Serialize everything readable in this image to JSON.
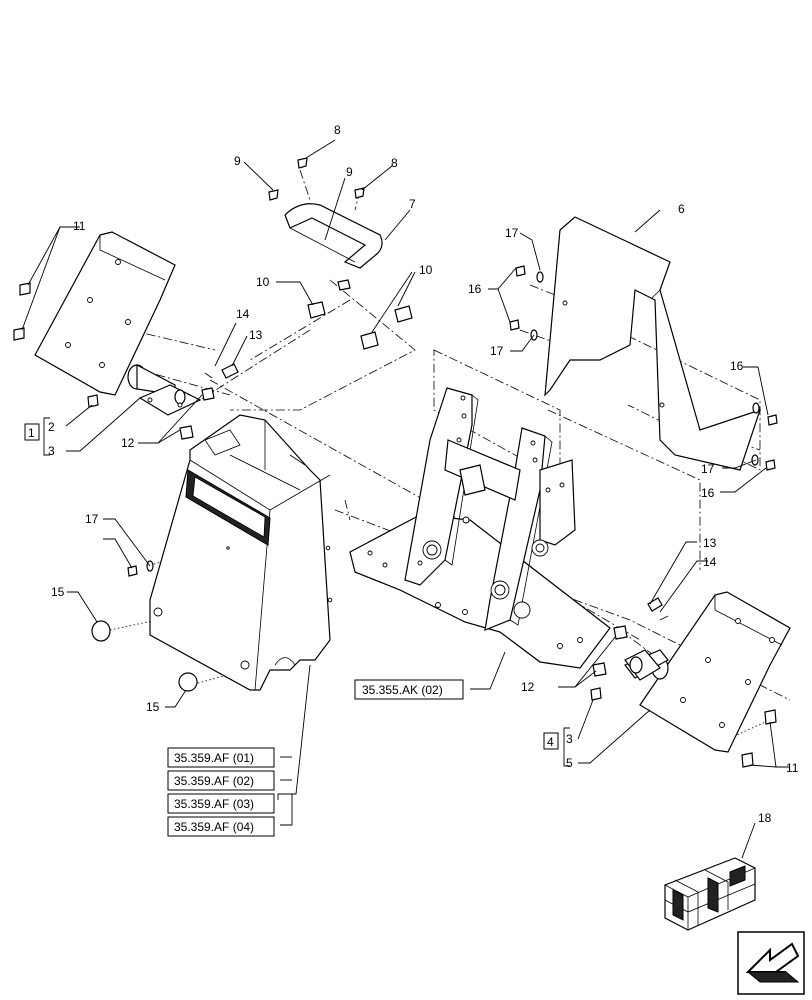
{
  "callouts": {
    "c1": "1",
    "c2": "2",
    "c3": "3",
    "c3b": "3",
    "c4": "4",
    "c5": "5",
    "c6": "6",
    "c7": "7",
    "c8a": "8",
    "c8b": "8",
    "c9a": "9",
    "c9b": "9",
    "c10a": "10",
    "c10b": "10",
    "c11a": "11",
    "c11b": "11",
    "c12a": "12",
    "c12b": "12",
    "c13a": "13",
    "c13b": "13",
    "c14a": "14",
    "c14b": "14",
    "c15a": "15",
    "c15b": "15",
    "c16a": "16",
    "c16b": "16",
    "c16c": "16",
    "c17a": "17",
    "c17b": "17",
    "c17c": "17",
    "c17d": "17",
    "c18": "18"
  },
  "references": {
    "frame": "35.355.AK (02)",
    "console": [
      "35.359.AF (01)",
      "35.359.AF (02)",
      "35.359.AF (03)",
      "35.359.AF (04)"
    ]
  },
  "icons": {
    "kit": "kit-crate-icon",
    "nav": "previous-page-arrow-icon"
  }
}
